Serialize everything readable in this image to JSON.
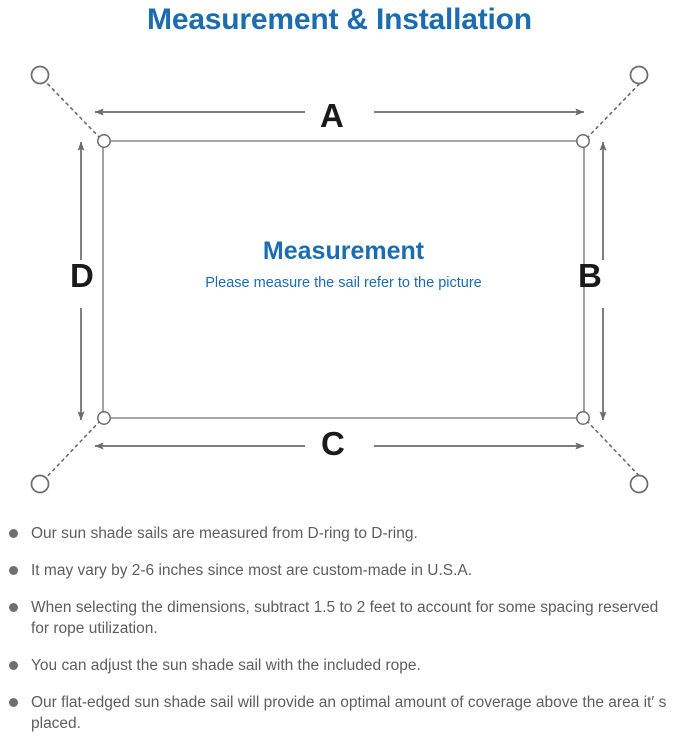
{
  "header": {
    "title": "Measurement & Installation",
    "title_color": "#1c6cb0"
  },
  "diagram": {
    "center_title": "Measurement",
    "center_subtitle": "Please measure the sail refer to the picture",
    "labels": {
      "top": "A",
      "right": "B",
      "bottom": "C",
      "left": "D"
    },
    "line_color": "#6b6b6b",
    "sail_outline_color": "#8a8a8a",
    "label_color": "#1a1a1a",
    "text_color": "#1c6cb0"
  },
  "notes": {
    "bullet_color": "#6e6e6e",
    "text_color": "#5e5e5e",
    "items": [
      "Our sun shade sails are measured from D-ring to D-ring.",
      "It may vary by 2-6 inches since most are custom-made in U.S.A.",
      "When selecting the dimensions, subtract 1.5 to 2 feet to account for some spacing reserved for rope utilization.",
      "You can adjust the sun shade sail with the included rope.",
      "Our flat-edged sun shade sail will provide an optimal amount of coverage above the area it′ s placed."
    ]
  }
}
